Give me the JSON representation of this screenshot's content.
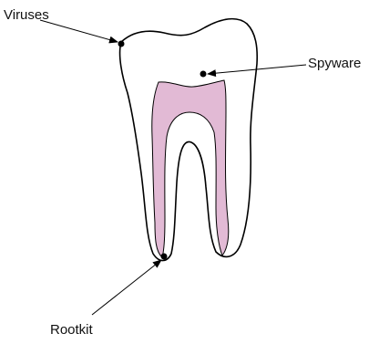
{
  "labels": {
    "viruses": "Viruses",
    "spyware": "Spyware",
    "rootkit": "Rootkit"
  },
  "colors": {
    "pulp_fill": "#e2bad5",
    "outline": "#000000",
    "tooth_fill": "#ffffff"
  }
}
